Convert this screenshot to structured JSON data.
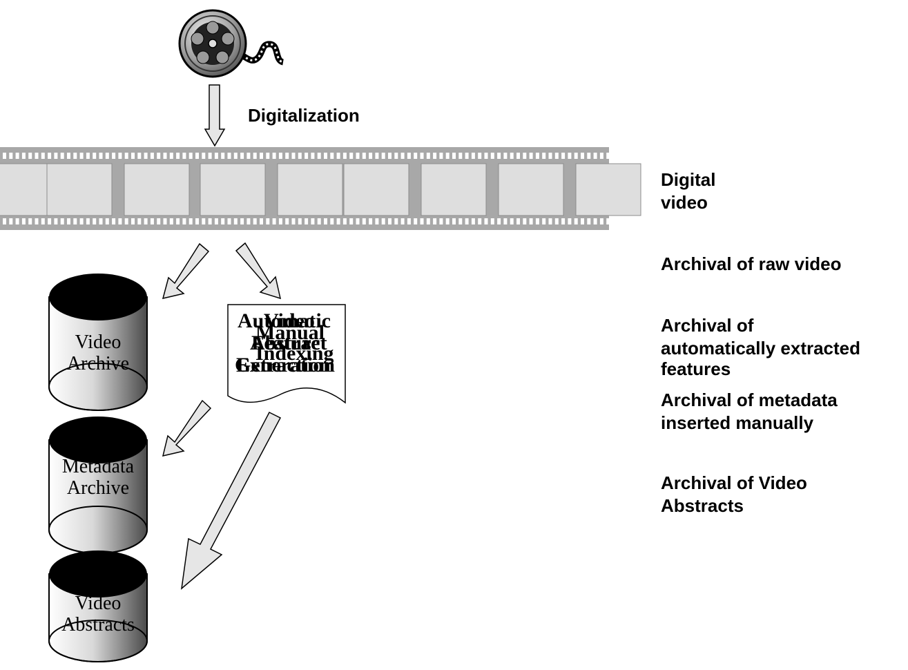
{
  "digitalization": "Digitalization",
  "right_labels": {
    "digital_video_1": "Digital",
    "digital_video_2": "video",
    "raw": "Archival of raw video",
    "auto_1": "Archival of",
    "auto_2": "automatically extracted",
    "auto_3": "features",
    "meta_1": "Archival of metadata",
    "meta_2": "inserted manually",
    "abstracts_1": "Archival of Video",
    "abstracts_2": "Abstracts"
  },
  "databases": {
    "video_archive": [
      "Video",
      "Archive"
    ],
    "metadata_archive": [
      "Metadata",
      "Archive"
    ],
    "video_abstracts": [
      "Video",
      "Abstracts"
    ]
  },
  "document_overlapping_text": [
    "Automatic",
    "Video",
    "Manual",
    "Abstract",
    "Feature",
    "Indexing",
    "Extraction",
    "Generation"
  ],
  "colors": {
    "filmstrip": "#a8a8a8",
    "frame": "#dedede",
    "arrow_fill": "#e6e6e6",
    "db_top": "#000000"
  }
}
